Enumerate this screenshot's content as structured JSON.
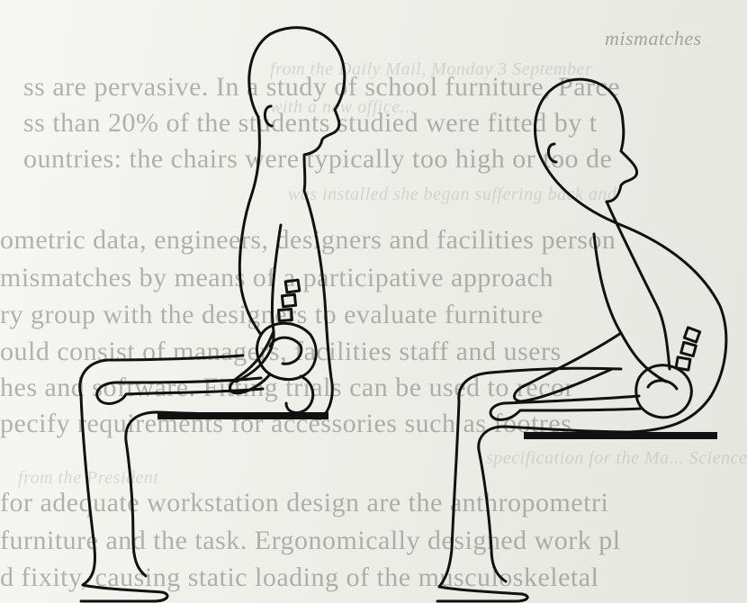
{
  "photo": {
    "subject": "sitting-posture-comparison"
  },
  "bleed_through_text": {
    "header": "mismatches",
    "lines": [
      "ss are pervasive. In a study of school furniture, Parce",
      "ss than 20% of the students studied were fitted by t",
      "ountries: the chairs were typically too high or too de",
      "ometric data, engineers, designers and facilities person",
      "mismatches by means of a participative approach",
      "ry group with the designers to evaluate furniture",
      "ould consist of managers, facilities staff and users",
      "hes and software. Fitting trials can be used to recor",
      "pecify requirements for accessories such as footres",
      "for adequate workstation design are the anthropometri",
      "furniture and the task. Ergonomically designed work pl",
      "d fixity, causing static loading of the musculoskeletal"
    ],
    "faded_lines": [
      "from the Daily Mail, Monday 3 September",
      "with a new office...",
      "was installed she began suffering back and",
      "specification for the Ma... Science and Finance",
      "from the President"
    ]
  }
}
